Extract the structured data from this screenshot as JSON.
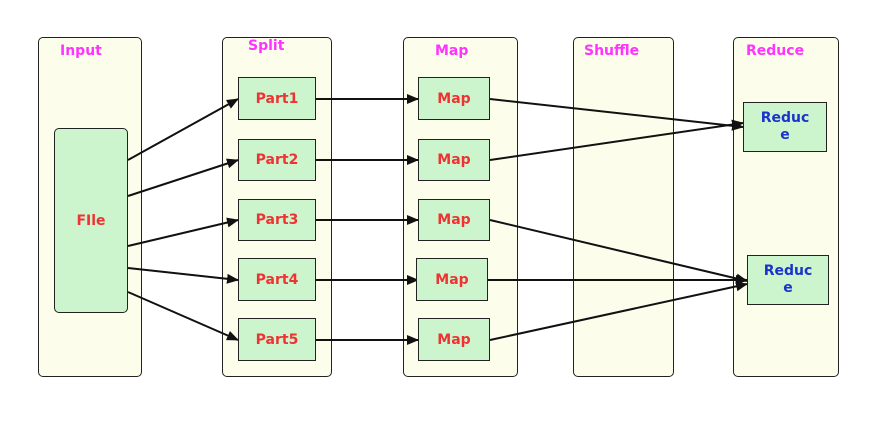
{
  "lanes": {
    "input": "Input",
    "split": "Split",
    "map": "Map",
    "shuffle": "Shuffle",
    "reduce": "Reduce"
  },
  "nodes": {
    "file": "FIle",
    "parts": [
      "Part1",
      "Part2",
      "Part3",
      "Part4",
      "Part5"
    ],
    "maps": [
      "Map",
      "Map",
      "Map",
      "Map",
      "Map"
    ],
    "reduces": [
      {
        "line1": "Reduc",
        "line2": "e"
      },
      {
        "line1": "Reduc",
        "line2": "e"
      }
    ]
  },
  "colors": {
    "lane_fill": "#fdfdec",
    "node_fill": "#cdf5cd",
    "title_color": "#ff33ff",
    "node_text": "#ee3333",
    "reduce_text": "#1a33cc",
    "edge_color": "#111111"
  }
}
